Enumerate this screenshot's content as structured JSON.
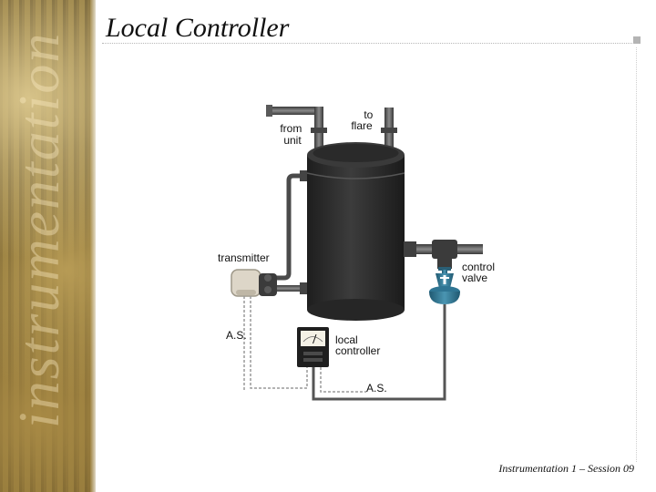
{
  "slide": {
    "title": "Local Controller",
    "footer": "Instrumentation 1 – Session 09"
  },
  "diagram": {
    "labels": {
      "from_unit": [
        "from",
        "unit"
      ],
      "to_flare": [
        "to",
        "flare"
      ],
      "transmitter": "transmitter",
      "control_valve": [
        "control",
        "valve"
      ],
      "local_controller": [
        "local",
        "controller"
      ],
      "air_supply_left": "A.S.",
      "air_supply_bottom": "A.S."
    }
  },
  "colors": {
    "vessel": "#2b2b2b",
    "pipe": "#4f4f4f",
    "signal_line": "#555555",
    "valve": "#2e6f88",
    "transmitter_body": "#ddd6c8"
  },
  "icons": [
    "vessel-icon",
    "transmitter-icon",
    "control-valve-icon",
    "controller-gauge-icon"
  ]
}
